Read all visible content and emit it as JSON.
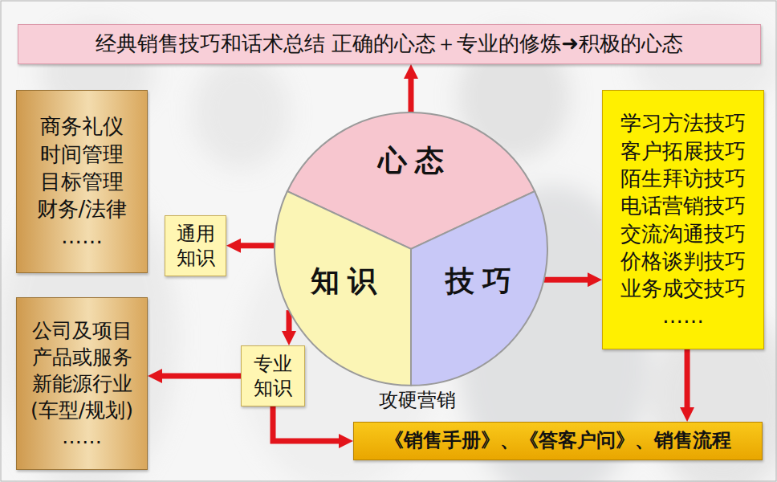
{
  "diagram": {
    "nodes": [
      {
        "text": [
          "经典销售技巧和话术总结 正确的心态＋专业的修炼➜积极的心态"
        ]
      },
      {
        "text": [
          "心态"
        ]
      },
      {
        "text": [
          "知识"
        ]
      },
      {
        "text": [
          "技巧"
        ]
      },
      {
        "text": [
          "商务礼仪 时间管理 目标管理 财务/法律 ……"
        ]
      },
      {
        "text": [
          "通用知识"
        ]
      },
      {
        "text": [
          "公司及项目 产品或服务 新能源行业 (车型/规划) ……"
        ]
      },
      {
        "text": [
          "专业知识"
        ]
      },
      {
        "text": [
          "学习方法技巧 客户拓展技巧 陌生拜访技巧 电话营销技巧 交流沟通技巧 价格谈判技巧 业务成交技巧 ……"
        ]
      },
      {
        "text": [
          "《销售手册》、《答客户问》、销售流程"
        ]
      }
    ],
    "edges": [
      {
        "from": 1,
        "to": 0,
        "arrow": "to"
      },
      {
        "from": 2,
        "to": 5,
        "arrow": "to"
      },
      {
        "from": 2,
        "to": 7,
        "arrow": "to"
      },
      {
        "from": 7,
        "to": 6,
        "arrow": "to"
      },
      {
        "from": 7,
        "to": 9,
        "arrow": "to"
      },
      {
        "from": 3,
        "to": 8,
        "arrow": "to"
      },
      {
        "from": 8,
        "to": 9,
        "arrow": "to"
      }
    ],
    "labels": [
      "攻硬营销"
    ]
  }
}
